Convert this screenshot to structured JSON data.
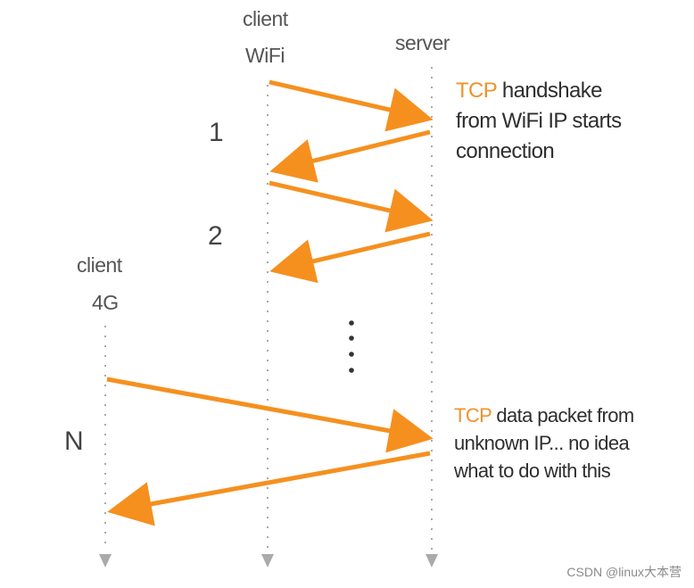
{
  "actors": {
    "client_wifi": {
      "line1": "client",
      "line2": "WiFi"
    },
    "server": {
      "label": "server"
    },
    "client_4g": {
      "line1": "client",
      "line2": "4G"
    }
  },
  "steps": [
    "1",
    "2",
    "N"
  ],
  "ellipsis": "⋮",
  "notes": {
    "handshake": {
      "hl": "TCP",
      "line1_rest": " handshake",
      "line2": "from WiFi IP starts",
      "line3": "connection"
    },
    "data_packet": {
      "hl": "TCP",
      "line1_rest": " data packet from",
      "line2": "unknown IP... no idea",
      "line3": "what to do with this"
    }
  },
  "colors": {
    "arrow": "#f5901f",
    "dotted_line": "#aaaaaa",
    "lifeline_end": "#aaaaaa"
  },
  "watermark": "CSDN @linux大本营"
}
